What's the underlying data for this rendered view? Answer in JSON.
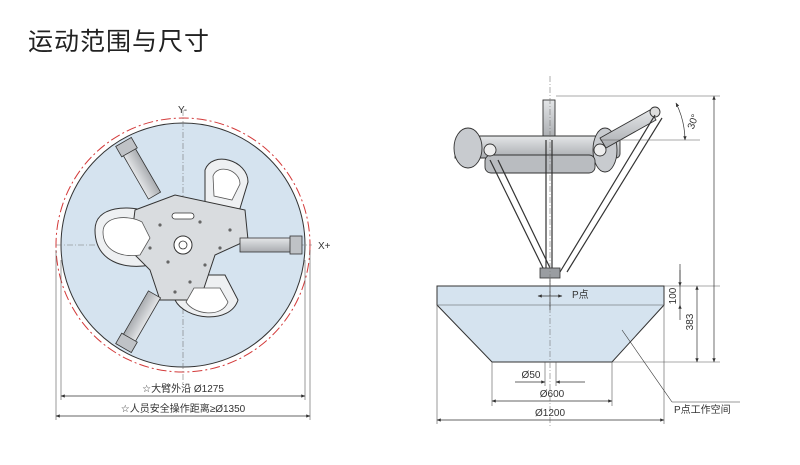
{
  "page": {
    "title": "运动范围与尺寸"
  },
  "top_view": {
    "axis_y": "Y-",
    "axis_x": "X+",
    "dim_arm_reach": "☆大臂外沿 Ø1275",
    "dim_safe_distance": "☆人员安全操作距离≥Ø1350"
  },
  "side_view": {
    "angle": "30°",
    "point_label": "P点",
    "dim_height_100": "100",
    "dim_height_383": "383",
    "dim_dia_50": "Ø50",
    "dim_dia_600": "Ø600",
    "dim_dia_1200": "Ø1200",
    "workspace_label": "P点工作空间"
  },
  "colors": {
    "workspace_fill": "#d5e3ef",
    "line": "#444444",
    "safety_circle": "#d33a3a",
    "metal": "#c9cbce"
  }
}
